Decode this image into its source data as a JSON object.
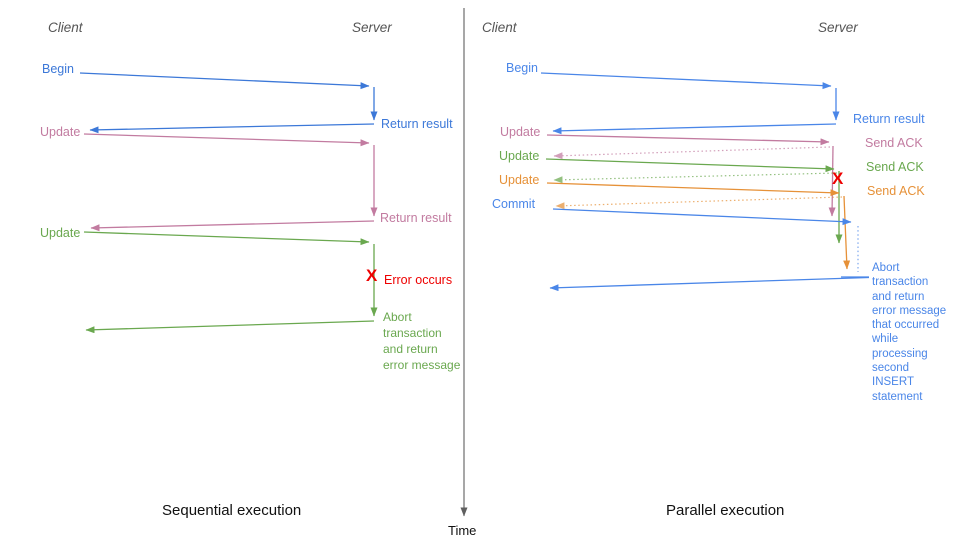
{
  "colors": {
    "blue-l": "#3c78d8",
    "blue-r": "#4a86e8",
    "pink": "#c27ba0",
    "green": "#6aa84f",
    "orange": "#e69138",
    "red": "#ee0000",
    "axis": "#5f5f5f",
    "header": "#555555",
    "caption": "#111111"
  },
  "time_axis": {
    "label": "Time"
  },
  "left_panel": {
    "caption": "Sequential execution",
    "client_header": "Client",
    "server_header": "Server",
    "begin_label": "Begin",
    "update1_label": "Update",
    "update2_label": "Update",
    "return_result1_label": "Return result",
    "return_result2_label": "Return result",
    "error_mark": "X",
    "error_label": "Error occurs",
    "abort_label": "Abort\ntransaction\nand return\nerror message"
  },
  "right_panel": {
    "caption": "Parallel execution",
    "client_header": "Client",
    "server_header": "Server",
    "begin_label": "Begin",
    "update1_label": "Update",
    "update2_label": "Update",
    "update3_label": "Update",
    "commit_label": "Commit",
    "return_result_label": "Return result",
    "ack1_label": "Send ACK",
    "ack2_label": "Send ACK",
    "ack3_label": "Send ACK",
    "error_mark": "X",
    "abort_label": "Abort\ntransaction\nand return\nerror message\nthat occurred\nwhile\nprocessing\nsecond\nINSERT\nstatement"
  }
}
